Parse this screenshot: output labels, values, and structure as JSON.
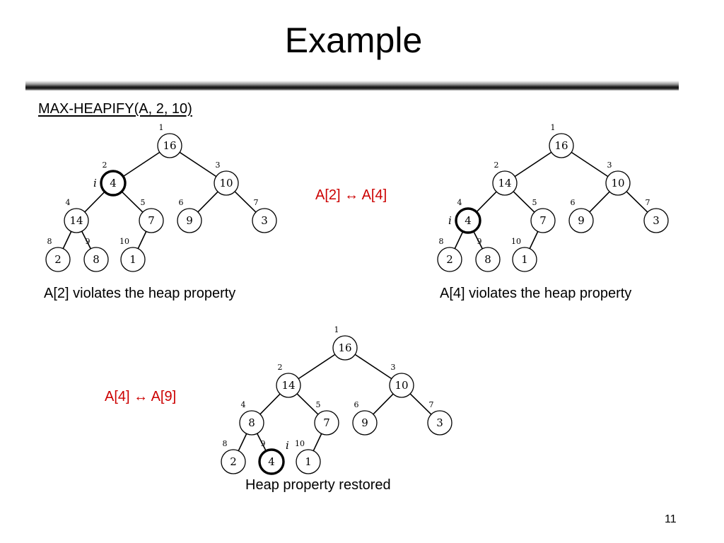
{
  "slide": {
    "title": "Example",
    "call": "MAX-HEAPIFY(A, 2, 10)",
    "page_number": "11",
    "pointer_label": "i"
  },
  "colors": {
    "swap_text": "#cc0000"
  },
  "trees": [
    {
      "id": "tree-initial",
      "caption": "A[2] violates the heap property",
      "highlight_index": 2,
      "nodes": [
        {
          "index": 1,
          "key": "16"
        },
        {
          "index": 2,
          "key": "4"
        },
        {
          "index": 3,
          "key": "10"
        },
        {
          "index": 4,
          "key": "14"
        },
        {
          "index": 5,
          "key": "7"
        },
        {
          "index": 6,
          "key": "9"
        },
        {
          "index": 7,
          "key": "3"
        },
        {
          "index": 8,
          "key": "2"
        },
        {
          "index": 9,
          "key": "8"
        },
        {
          "index": 10,
          "key": "1"
        }
      ]
    },
    {
      "id": "tree-after-first-swap",
      "caption": "A[4] violates the heap property",
      "highlight_index": 4,
      "nodes": [
        {
          "index": 1,
          "key": "16"
        },
        {
          "index": 2,
          "key": "14"
        },
        {
          "index": 3,
          "key": "10"
        },
        {
          "index": 4,
          "key": "4"
        },
        {
          "index": 5,
          "key": "7"
        },
        {
          "index": 6,
          "key": "9"
        },
        {
          "index": 7,
          "key": "3"
        },
        {
          "index": 8,
          "key": "2"
        },
        {
          "index": 9,
          "key": "8"
        },
        {
          "index": 10,
          "key": "1"
        }
      ]
    },
    {
      "id": "tree-restored",
      "caption": "Heap property restored",
      "highlight_index": 9,
      "nodes": [
        {
          "index": 1,
          "key": "16"
        },
        {
          "index": 2,
          "key": "14"
        },
        {
          "index": 3,
          "key": "10"
        },
        {
          "index": 4,
          "key": "8"
        },
        {
          "index": 5,
          "key": "7"
        },
        {
          "index": 6,
          "key": "9"
        },
        {
          "index": 7,
          "key": "3"
        },
        {
          "index": 8,
          "key": "2"
        },
        {
          "index": 9,
          "key": "4"
        },
        {
          "index": 10,
          "key": "1"
        }
      ]
    }
  ],
  "swaps": [
    {
      "label": "A[2] ↔ A[4]"
    },
    {
      "label": "A[4] ↔ A[9]"
    }
  ]
}
